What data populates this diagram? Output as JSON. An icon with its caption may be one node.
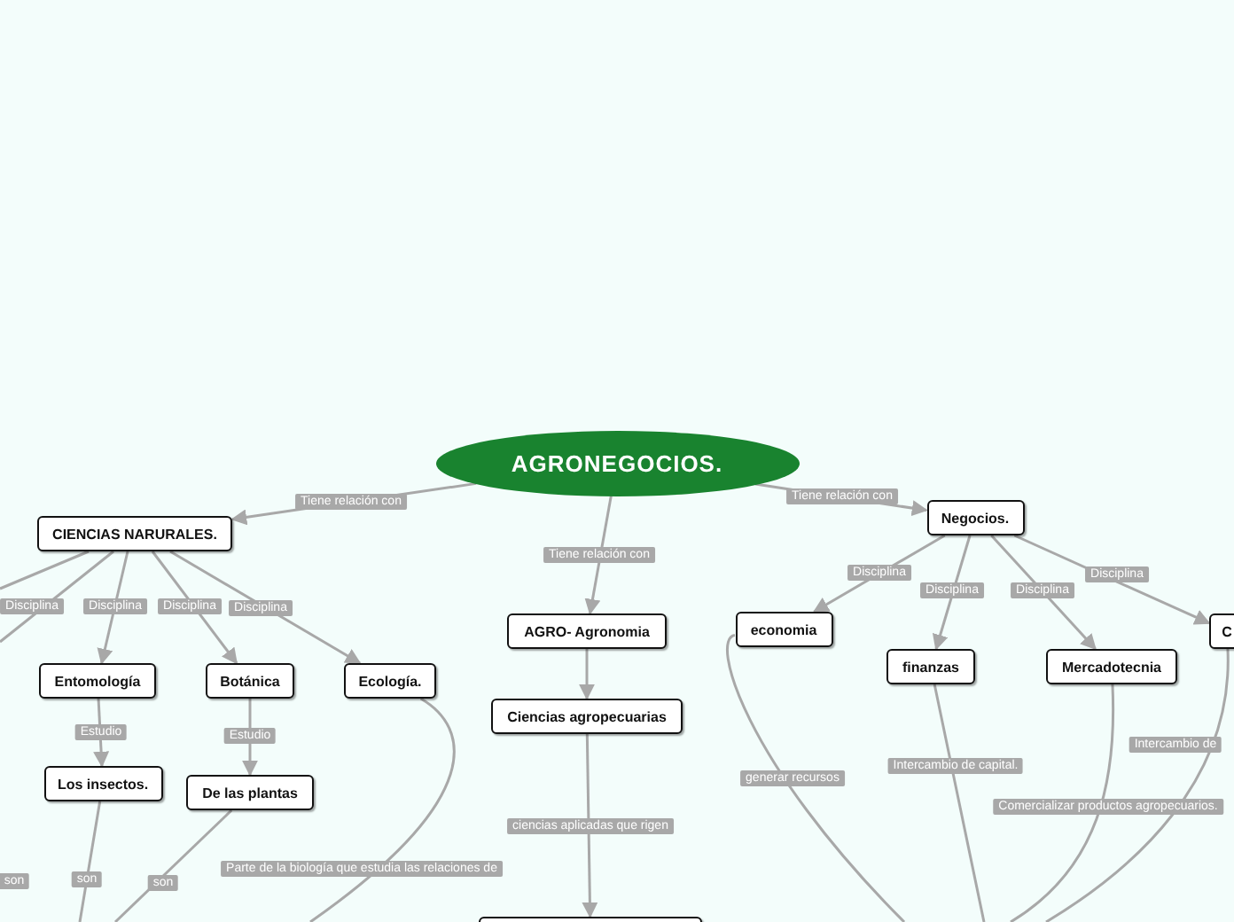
{
  "diagram": {
    "nodes": [
      {
        "text": [
          "AGRONEGOCIOS."
        ]
      },
      {
        "text": [
          "CIENCIAS NARURALES."
        ]
      },
      {
        "text": [
          "AGRO- Agronomia"
        ]
      },
      {
        "text": [
          "Negocios."
        ]
      },
      {
        "text": [
          "Entomología"
        ]
      },
      {
        "text": [
          "Botánica"
        ]
      },
      {
        "text": [
          "Ecología."
        ]
      },
      {
        "text": [
          "Los insectos."
        ]
      },
      {
        "text": [
          "De las plantas"
        ]
      },
      {
        "text": [
          "Ciencias agropecuarias"
        ]
      },
      {
        "text": [
          "economia"
        ]
      },
      {
        "text": [
          "finanzas"
        ]
      },
      {
        "text": [
          "Mercadotecnia"
        ]
      },
      {
        "text": [
          "C"
        ]
      },
      {
        "text": [],
        "shape": "box"
      }
    ],
    "edges": [
      {
        "from": 0,
        "to": 1,
        "arrow": "to",
        "label": "Tiene relación con"
      },
      {
        "from": 0,
        "to": 2,
        "arrow": "to",
        "label": "Tiene relación con"
      },
      {
        "from": 0,
        "to": 3,
        "arrow": "to",
        "label": "Tiene relación con"
      },
      {
        "from": 1,
        "to": null,
        "arrow": "none"
      },
      {
        "from": 1,
        "to": null,
        "arrow": "none",
        "label": "Disciplina"
      },
      {
        "from": 1,
        "to": 4,
        "arrow": "to",
        "label": "Disciplina"
      },
      {
        "from": 1,
        "to": 5,
        "arrow": "to",
        "label": "Disciplina"
      },
      {
        "from": 1,
        "to": 6,
        "arrow": "to",
        "label": "Disciplina"
      },
      {
        "from": 4,
        "to": 7,
        "arrow": "to",
        "label": "Estudio"
      },
      {
        "from": 5,
        "to": 8,
        "arrow": "to",
        "label": "Estudio"
      },
      {
        "from": 7,
        "to": null,
        "arrow": "none",
        "label": "son"
      },
      {
        "from": 8,
        "to": null,
        "arrow": "none",
        "label": "son"
      },
      {
        "from": 6,
        "to": null,
        "arrow": "none",
        "label": "Parte de la biología que estudia las relaciones de"
      },
      {
        "from": 2,
        "to": 9,
        "arrow": "to"
      },
      {
        "from": 9,
        "to": 14,
        "arrow": "to",
        "label": "ciencias aplicadas que rigen"
      },
      {
        "from": 3,
        "to": 10,
        "arrow": "to",
        "label": "Disciplina"
      },
      {
        "from": 3,
        "to": 11,
        "arrow": "to",
        "label": "Disciplina"
      },
      {
        "from": 3,
        "to": 12,
        "arrow": "to",
        "label": "Disciplina"
      },
      {
        "from": 3,
        "to": 13,
        "arrow": "to",
        "label": "Disciplina"
      },
      {
        "from": 10,
        "to": null,
        "arrow": "none",
        "label": "generar recursos"
      },
      {
        "from": 11,
        "to": null,
        "arrow": "none",
        "label": "Intercambio de capital."
      },
      {
        "from": 12,
        "to": null,
        "arrow": "none",
        "label": "Comercializar productos agropecuarios."
      },
      {
        "from": 13,
        "to": null,
        "arrow": "none",
        "label": "Intercambio de"
      }
    ],
    "labels": [
      "son"
    ]
  }
}
